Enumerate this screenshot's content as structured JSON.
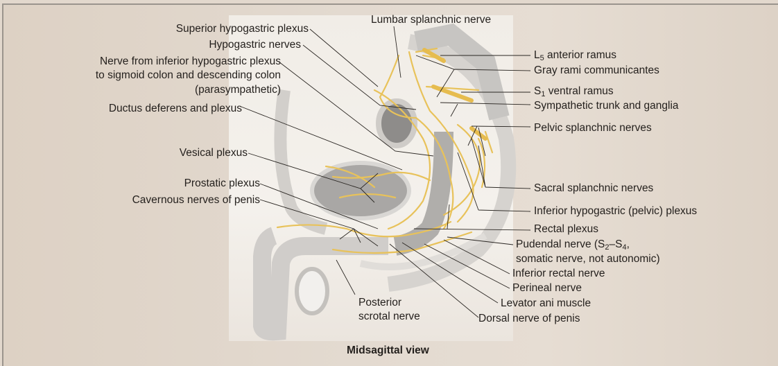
{
  "figure": {
    "caption": "Midsagittal view",
    "colors": {
      "background": "#e2d8cd",
      "nerve": "#e8c25a",
      "leader": "#2a2622",
      "tissue": "#bdbdbd"
    }
  },
  "labels_left": [
    {
      "id": "superior-hypogastric-plexus",
      "text": "Superior hypogastric plexus"
    },
    {
      "id": "hypogastric-nerves",
      "text": "Hypogastric nerves"
    },
    {
      "id": "nerve-to-colon-line1",
      "text": "Nerve from inferior hypogastric plexus"
    },
    {
      "id": "nerve-to-colon-line2",
      "text": "to sigmoid colon and descending colon"
    },
    {
      "id": "nerve-to-colon-line3",
      "text": "(parasympathetic)"
    },
    {
      "id": "ductus-deferens",
      "text": "Ductus deferens and plexus"
    },
    {
      "id": "vesical-plexus",
      "text": "Vesical plexus"
    },
    {
      "id": "prostatic-plexus",
      "text": "Prostatic plexus"
    },
    {
      "id": "cavernous-nerves",
      "text": "Cavernous nerves of penis"
    }
  ],
  "labels_top": [
    {
      "id": "lumbar-splanchnic-nerve",
      "text": "Lumbar splanchnic nerve"
    }
  ],
  "labels_right": [
    {
      "id": "l5-anterior-ramus",
      "prefix": "L",
      "sub": "5",
      "text": " anterior ramus"
    },
    {
      "id": "gray-rami",
      "text": "Gray rami communicantes"
    },
    {
      "id": "s1-ventral-ramus",
      "prefix": "S",
      "sub": "1",
      "text": " ventral ramus"
    },
    {
      "id": "sympathetic-trunk",
      "text": "Sympathetic trunk and ganglia"
    },
    {
      "id": "pelvic-splanchnic",
      "text": "Pelvic splanchnic nerves"
    },
    {
      "id": "sacral-splanchnic",
      "text": "Sacral splanchnic nerves"
    },
    {
      "id": "inferior-hypogastric",
      "text": "Inferior hypogastric (pelvic) plexus"
    },
    {
      "id": "rectal-plexus",
      "text": "Rectal plexus"
    },
    {
      "id": "pudendal-line1",
      "prefix": "Pudendal nerve (S",
      "sub": "2",
      "mid": "–S",
      "sub2": "4",
      "text": ","
    },
    {
      "id": "pudendal-line2",
      "text": "somatic nerve, not autonomic)"
    },
    {
      "id": "inferior-rectal-nerve",
      "text": "Inferior rectal nerve"
    },
    {
      "id": "perineal-nerve",
      "text": "Perineal nerve"
    },
    {
      "id": "levator-ani",
      "text": "Levator ani muscle"
    },
    {
      "id": "dorsal-nerve-penis",
      "text": "Dorsal nerve of penis"
    }
  ],
  "labels_bottom": [
    {
      "id": "posterior-scrotal-line1",
      "text": "Posterior"
    },
    {
      "id": "posterior-scrotal-line2",
      "text": "scrotal nerve"
    }
  ]
}
